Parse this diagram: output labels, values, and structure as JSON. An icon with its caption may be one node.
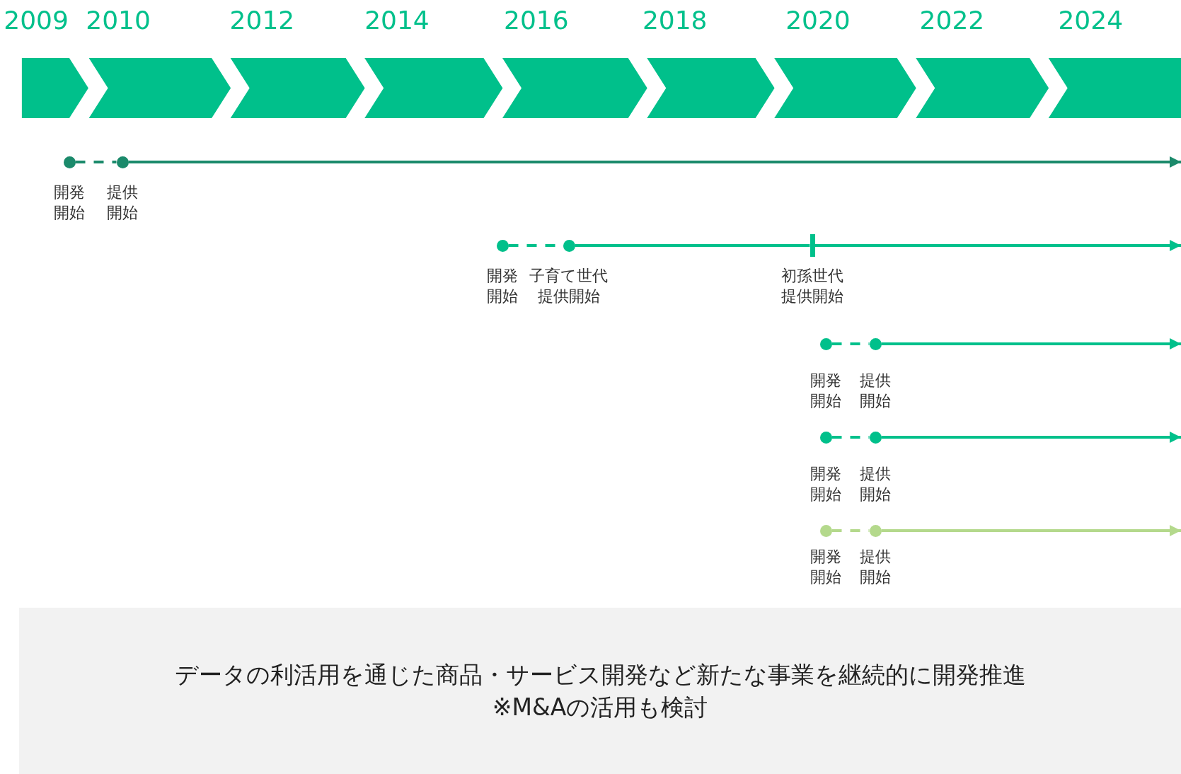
{
  "diagram": {
    "nodes": [
      {
        "text": [],
        "shape": "circle",
        "beside": [
          "開発開始"
        ]
      },
      {
        "text": [],
        "shape": "circle",
        "beside": [
          "提供開始"
        ]
      },
      {
        "text": [],
        "shape": "circle",
        "beside": [
          "開発開始"
        ]
      },
      {
        "text": [],
        "shape": "circle",
        "beside": [
          "子育て世代提供開始"
        ]
      },
      {
        "text": [],
        "shape": "bar",
        "beside": [
          "初孫世代提供開始"
        ]
      },
      {
        "text": [],
        "shape": "circle",
        "beside": [
          "開発開始"
        ]
      },
      {
        "text": [],
        "shape": "circle",
        "beside": [
          "提供開始"
        ]
      },
      {
        "text": [],
        "shape": "circle",
        "beside": [
          "開発開始"
        ]
      },
      {
        "text": [],
        "shape": "circle",
        "beside": [
          "提供開始"
        ]
      },
      {
        "text": [],
        "shape": "circle",
        "beside": [
          "開発開始"
        ]
      },
      {
        "text": [],
        "shape": "circle",
        "beside": [
          "提供開始"
        ]
      },
      {
        "text": [
          "データの利活用を通じた商品・サービス開発など新たな事業を継続的に開発推進",
          "※M&Aの活用も検討"
        ]
      }
    ],
    "edges": [
      {
        "from": 0,
        "to": 1,
        "arrow": "none",
        "style": "dashed",
        "color": "#1b8a6b"
      },
      {
        "from": 1,
        "to": null,
        "arrow": "to",
        "color": "#1b8a6b"
      },
      {
        "from": 2,
        "to": 3,
        "arrow": "none",
        "style": "dashed"
      },
      {
        "from": 3,
        "to": 4,
        "arrow": "none"
      },
      {
        "from": 4,
        "to": null,
        "arrow": "to"
      },
      {
        "from": 5,
        "to": 6,
        "arrow": "none",
        "style": "dashed"
      },
      {
        "from": 6,
        "to": null,
        "arrow": "to"
      },
      {
        "from": 7,
        "to": 8,
        "arrow": "none",
        "style": "dashed"
      },
      {
        "from": 8,
        "to": null,
        "arrow": "to"
      },
      {
        "from": 9,
        "to": 10,
        "arrow": "none",
        "style": "dashed",
        "color": "#b4d98c"
      },
      {
        "from": 10,
        "to": null,
        "arrow": "to",
        "color": "#b4d98c"
      }
    ],
    "labels": [
      "2009",
      "2010",
      "2012",
      "2014",
      "2016",
      "2018",
      "2020",
      "2022",
      "2024"
    ]
  }
}
